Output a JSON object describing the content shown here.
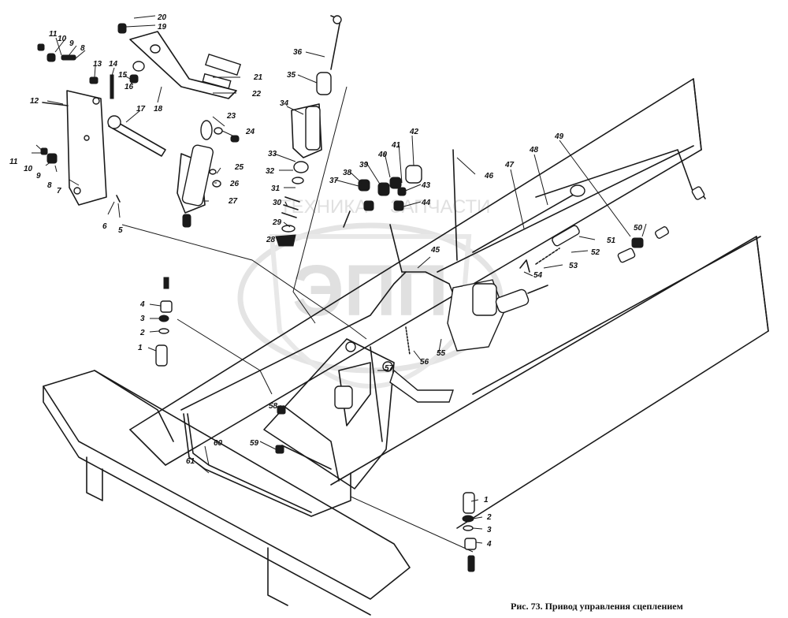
{
  "caption": "Рис. 73. Привод управления сцеплением",
  "watermark": {
    "logo_text": "ЭПП",
    "line1": "ТЕХНИКА",
    "line2": "ЗАПЧАСТИ"
  },
  "callouts": [
    "1",
    "2",
    "3",
    "4",
    "5",
    "6",
    "7",
    "8",
    "9",
    "10",
    "11",
    "12",
    "13",
    "14",
    "15",
    "16",
    "17",
    "18",
    "19",
    "20",
    "21",
    "22",
    "23",
    "24",
    "25",
    "26",
    "27",
    "28",
    "29",
    "30",
    "31",
    "32",
    "33",
    "34",
    "35",
    "36",
    "37",
    "38",
    "39",
    "40",
    "41",
    "42",
    "43",
    "44",
    "45",
    "46",
    "47",
    "48",
    "49",
    "50",
    "51",
    "52",
    "53",
    "54",
    "55",
    "56",
    "57",
    "58",
    "59",
    "60",
    "61"
  ]
}
